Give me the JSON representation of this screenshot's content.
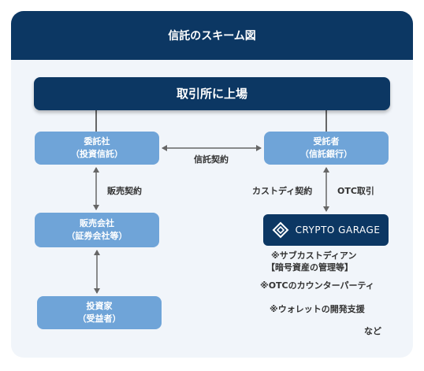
{
  "header": {
    "title": "信託のスキーム図"
  },
  "boxes": {
    "exchange": "取引所に上場",
    "trustor": {
      "line1": "委託社",
      "line2": "（投資信託）"
    },
    "trustee": {
      "line1": "受託者",
      "line2": "（信託銀行）"
    },
    "seller": {
      "line1": "販売会社",
      "line2": "（証券会社等）"
    },
    "investor": {
      "line1": "投資家",
      "line2": "（受益者）"
    },
    "crypto_garage": {
      "logo_icon": "crypto-garage-diamond-logo",
      "text": "CRYPTO GARAGE"
    }
  },
  "labels": {
    "trust_contract": "信託契約",
    "sales_contract": "販売契約",
    "custody_contract": "カストディ契約",
    "otc_trade": "OTC取引"
  },
  "notes": [
    "※サブカストディアン",
    "【暗号資産の管理等】",
    "※OTCのカウンターパーティ",
    "※ウォレットの開発支援",
    "など"
  ],
  "colors": {
    "dark_navy": "#0c3763",
    "light_blue": "#6fa4d8",
    "panel": "#f1f5fa",
    "connector": "#666666"
  }
}
